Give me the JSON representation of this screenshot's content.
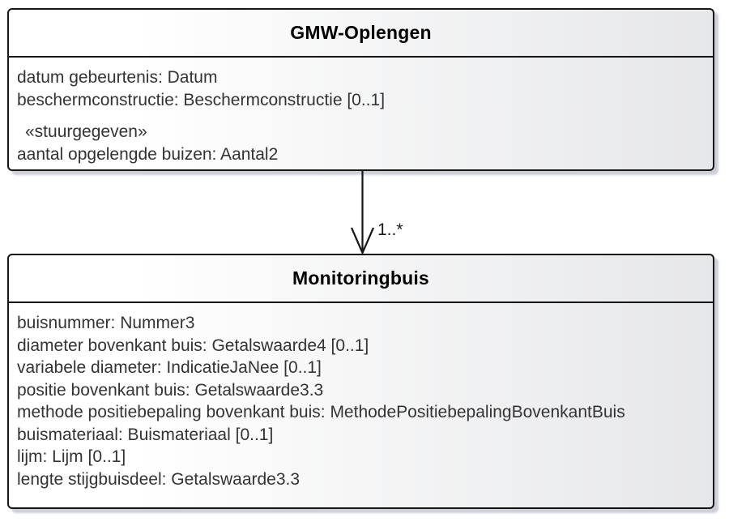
{
  "diagram": {
    "type": "uml-class-diagram",
    "colors": {
      "background": "#ffffff",
      "box_border": "#161616",
      "box_fill_left": "#ffffff",
      "box_fill_right": "#e6e7e9",
      "box_shadow": "#b2b7c4",
      "title_text": "#000000",
      "attribute_text": "#333333"
    },
    "classes": [
      {
        "name": "GMW-Oplengen",
        "attributes": [
          "datum gebeurtenis: Datum",
          "beschermconstructie: Beschermconstructie [0..1]"
        ],
        "stereotype": "«stuurgegeven»",
        "stereotype_attributes": [
          "aantal opgelengde buizen: Aantal2"
        ]
      },
      {
        "name": "Monitoringbuis",
        "attributes": [
          "buisnummer: Nummer3",
          "diameter bovenkant buis: Getalswaarde4 [0..1]",
          "variabele diameter: IndicatieJaNee [0..1]",
          "positie bovenkant buis: Getalswaarde3.3",
          "methode positiebepaling bovenkant buis: MethodePositiebepalingBovenkantBuis",
          "buismateriaal: Buismateriaal [0..1]",
          "lijm: Lijm [0..1]",
          "lengte stijgbuisdeel: Getalswaarde3.3"
        ]
      }
    ],
    "connector": {
      "from": "GMW-Oplengen",
      "to": "Monitoringbuis",
      "style": "directed-association-open-arrow",
      "multiplicity": "1..*"
    }
  }
}
